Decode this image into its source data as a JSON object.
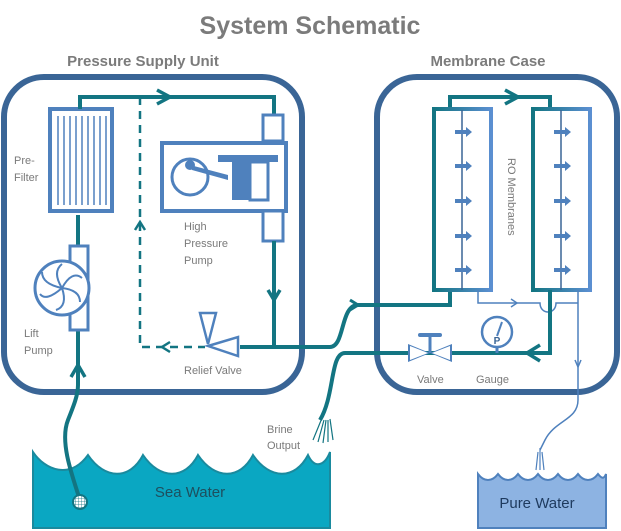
{
  "title": "System Schematic",
  "sections": {
    "pressure_supply": "Pressure Supply Unit",
    "membrane_case": "Membrane Case"
  },
  "labels": {
    "prefilter_line1": "Pre-",
    "prefilter_line2": "Filter",
    "lift_pump_line1": "Lift",
    "lift_pump_line2": "Pump",
    "hp_pump_line1": "High",
    "hp_pump_line2": "Pressure",
    "hp_pump_line3": "Pump",
    "relief_valve": "Relief Valve",
    "ro_membranes": "RO Membranes",
    "valve": "Valve",
    "gauge": "Gauge",
    "gauge_symbol": "P",
    "brine_line1": "Brine",
    "brine_line2": "Output",
    "sea_water": "Sea Water",
    "pure_water": "Pure Water"
  },
  "colors": {
    "case_border": "#3a6596",
    "pipe": "#137582",
    "component": "#4f81bd",
    "sea": "#0aa7c2",
    "pure": "#8db3e2",
    "text": "#7a7a7a"
  }
}
